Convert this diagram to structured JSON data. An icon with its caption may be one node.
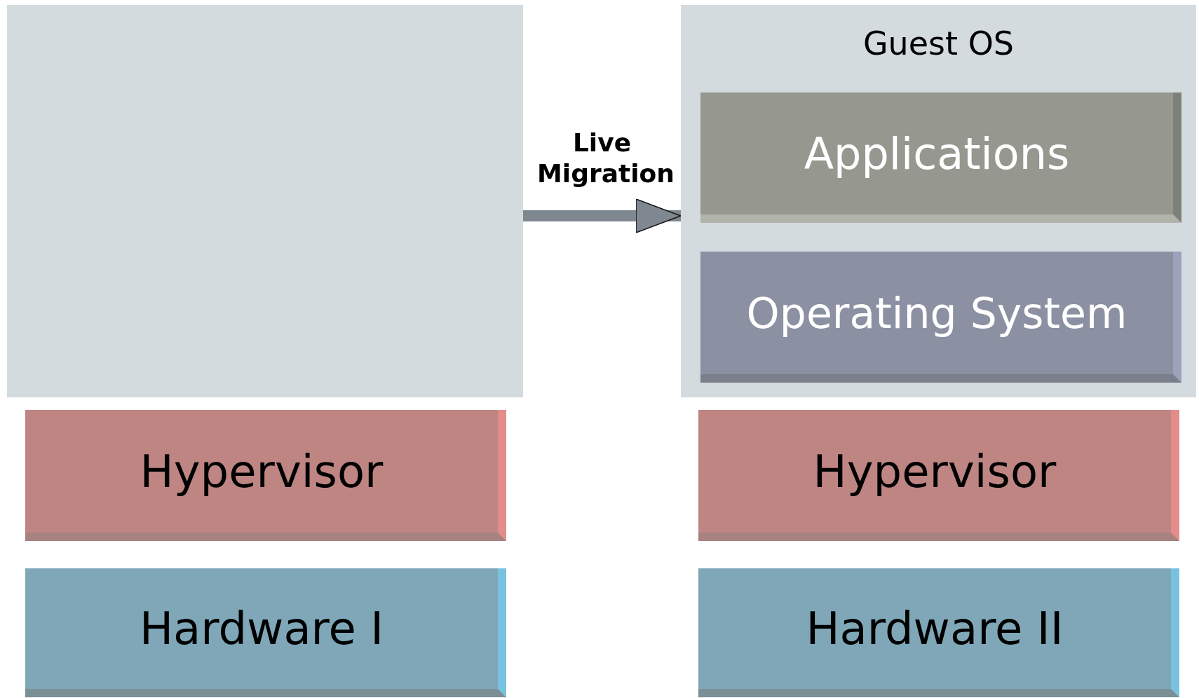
{
  "diagram": {
    "nodes": [
      {
        "text": [],
        "shape": "box"
      },
      {
        "text": [
          "Guest OS"
        ]
      },
      {
        "text": [
          "Applications"
        ],
        "in": 1
      },
      {
        "text": [
          "Operating System"
        ],
        "in": 1
      },
      {
        "text": [
          "Hypervisor"
        ]
      },
      {
        "text": [
          "Hardware I"
        ]
      },
      {
        "text": [
          "Hypervisor"
        ]
      },
      {
        "text": [
          "Hardware II"
        ]
      }
    ],
    "edges": [
      {
        "from": 0,
        "to": 1,
        "label": "Live Migration",
        "arrow": "to"
      }
    ]
  }
}
